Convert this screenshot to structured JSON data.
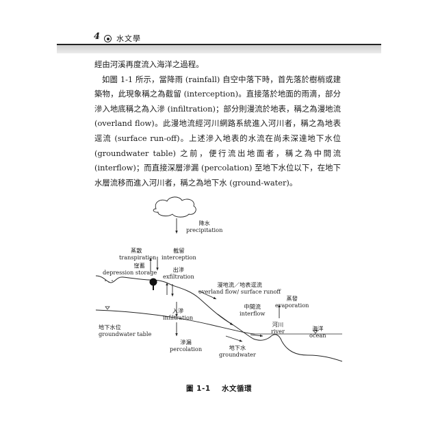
{
  "header": {
    "page_number": "4",
    "book_title": "水文學"
  },
  "paragraphs": [
    "經由河溪再度流入海洋之過程。",
    "如圖 1-1 所示，當降雨 (rainfall) 自空中落下時，首先落於樹梢或建築物，此現象稱之為截留 (interception)。直接落於地面的雨滴，部分滲入地底稱之為入滲 (infiltration)；部分則漫流於地表，稱之為漫地流 (overland flow)。此漫地流經河川網路系統進入河川者，稱之為地表逕流 (surface run-off)。上述滲入地表的水流在尚未深達地下水位 (groundwater table) 之前，便行流出地面者，稱之為中間流 (interflow)；而直接深層滲漏 (percolation) 至地下水位以下，在地下水層流移而進入河川者，稱之為地下水 (ground-water)。"
  ],
  "figure": {
    "labels": {
      "precip_zh": "降水",
      "precip_en": "precipitation",
      "transp_zh": "蒸散",
      "transp_en": "transpiration",
      "depstore_zh": "窪蓄",
      "depstore_en": "depression storage",
      "intercept_zh": "截留",
      "intercept_en": "interception",
      "exfil_zh": "出滲",
      "exfil_en": "exfiltration",
      "overland_zh": "漫地流／地表逕流",
      "overland_en": "overland flow/ surface runoff",
      "evap_zh": "蒸發",
      "evap_en": "evaporation",
      "infil_zh": "入滲",
      "infil_en": "infiltration",
      "interflow_zh": "中間流",
      "interflow_en": "interflow",
      "river_zh": "河川",
      "river_en": "river",
      "ocean_zh": "海洋",
      "ocean_en": "ocean",
      "gwtable_zh": "地下水位",
      "gwtable_en": "groundwater table",
      "perc_zh": "滲漏",
      "perc_en": "percolation",
      "gw_zh": "地下水",
      "gw_en": "groundwater"
    }
  },
  "caption": {
    "number": "圖 1-1",
    "title": "水文循環"
  }
}
